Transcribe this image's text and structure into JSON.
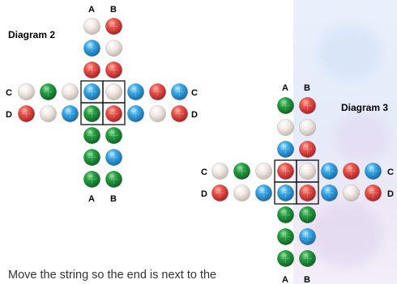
{
  "colors": {
    "red": "#d9393c",
    "blue": "#2e9ad8",
    "green": "#1f8f3a",
    "white": "#e6dcd6"
  },
  "diagram2": {
    "title": "Diagram 2",
    "labels": {
      "top_a": "A",
      "top_b": "B",
      "bottom_a": "A",
      "bottom_b": "B",
      "row_c_left": "C",
      "row_c_right": "C",
      "row_d_left": "D",
      "row_d_right": "D"
    },
    "column_a_top": [
      "white",
      "blue",
      "red"
    ],
    "column_b_top": [
      "red",
      "white",
      "red"
    ],
    "row_c_left": [
      "white",
      "green",
      "white"
    ],
    "row_c_right": [
      "blue",
      "red",
      "blue"
    ],
    "row_d_left": [
      "red",
      "white",
      "blue"
    ],
    "row_d_right": [
      "blue",
      "white",
      "red"
    ],
    "center": {
      "top_left": "blue",
      "top_right": "white",
      "bottom_left": "green",
      "bottom_right": "red"
    },
    "column_a_bottom": [
      "green",
      "green",
      "green"
    ],
    "column_b_bottom": [
      "green",
      "blue",
      "green"
    ]
  },
  "diagram3": {
    "title": "Diagram 3",
    "labels": {
      "top_a": "A",
      "top_b": "B",
      "bottom_a": "A",
      "bottom_b": "B",
      "row_c_left": "C",
      "row_c_right": "C",
      "row_d_left": "D",
      "row_d_right": "D"
    },
    "column_a_top": [
      "green",
      "white",
      "blue"
    ],
    "column_b_top": [
      "red",
      "white",
      "red"
    ],
    "row_c_left": [
      "white",
      "green",
      "white"
    ],
    "row_c_right": [
      "blue",
      "red",
      "blue"
    ],
    "row_d_left": [
      "red",
      "white",
      "blue"
    ],
    "row_d_right": [
      "blue",
      "white",
      "red"
    ],
    "center": {
      "top_left": "red",
      "top_right": "white",
      "bottom_left": "blue",
      "bottom_right": "red"
    },
    "column_a_bottom": [
      "green",
      "green",
      "green"
    ],
    "column_b_bottom": [
      "green",
      "blue",
      "green"
    ]
  },
  "caption": "Move the string so the end is next to the"
}
